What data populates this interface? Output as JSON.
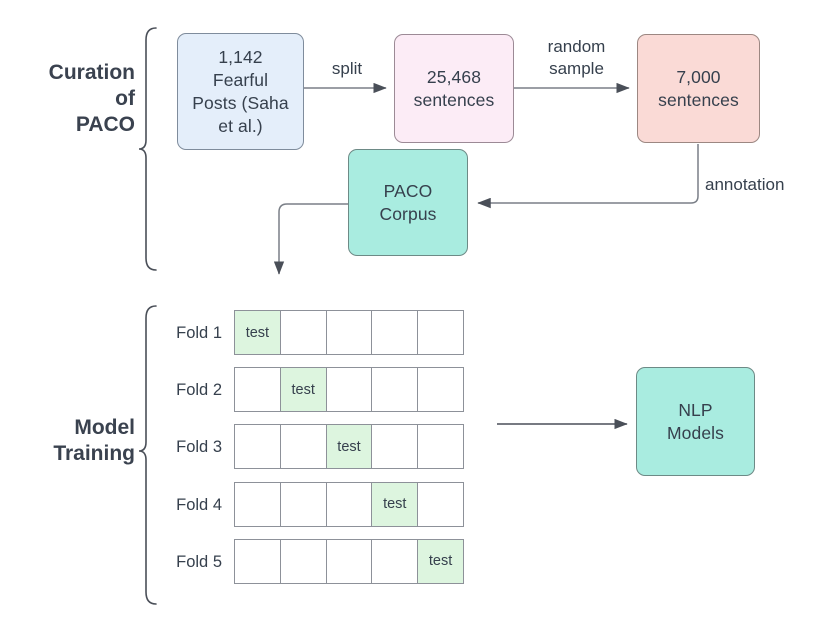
{
  "diagram": {
    "title_hidden": "",
    "sections": [
      {
        "id": "curation",
        "label": "Curation\nof\nPACO"
      },
      {
        "id": "training",
        "label": "Model\nTraining"
      }
    ],
    "nodes": [
      {
        "id": "fearful-posts",
        "label": "1,142\nFearful\nPosts (Saha\net al.)",
        "color": "#e4eefa"
      },
      {
        "id": "sentences-25k",
        "label": "25,468\nsentences",
        "color": "#fcecf6"
      },
      {
        "id": "sentences-7k",
        "label": "7,000\nsentences",
        "color": "#fadad6"
      },
      {
        "id": "paco-corpus",
        "label": "PACO\nCorpus",
        "color": "#a9ece0"
      },
      {
        "id": "nlp-models",
        "label": "NLP\nModels",
        "color": "#a9ece0"
      }
    ],
    "edge_labels": [
      {
        "id": "split",
        "label": "split"
      },
      {
        "id": "random-sample",
        "label": "random\nsample"
      },
      {
        "id": "annotation",
        "label": "annotation"
      }
    ],
    "cv": {
      "test_label": "test",
      "n_cells": 5,
      "folds": [
        {
          "label": "Fold 1",
          "test_index": 0
        },
        {
          "label": "Fold 2",
          "test_index": 1
        },
        {
          "label": "Fold 3",
          "test_index": 2
        },
        {
          "label": "Fold 4",
          "test_index": 3
        },
        {
          "label": "Fold 5",
          "test_index": 4
        }
      ]
    },
    "colors": {
      "stroke": "#7a7f87",
      "text": "#36404d",
      "test_fill": "#ddf5df",
      "teal": "#a9ece0",
      "blue": "#e4eefa",
      "pink": "#fcecf6",
      "salmon": "#fadad6"
    }
  }
}
